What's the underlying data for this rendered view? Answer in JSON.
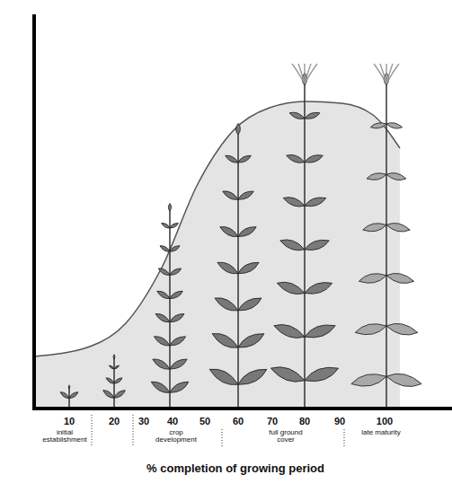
{
  "diagram": {
    "labels": [
      "10",
      "20",
      "30",
      "40",
      "50",
      "60",
      "70",
      "80",
      "90",
      "100",
      "initial establishment",
      "crop development",
      "full ground cover",
      "late maturity",
      "% completion of growing period"
    ]
  }
}
